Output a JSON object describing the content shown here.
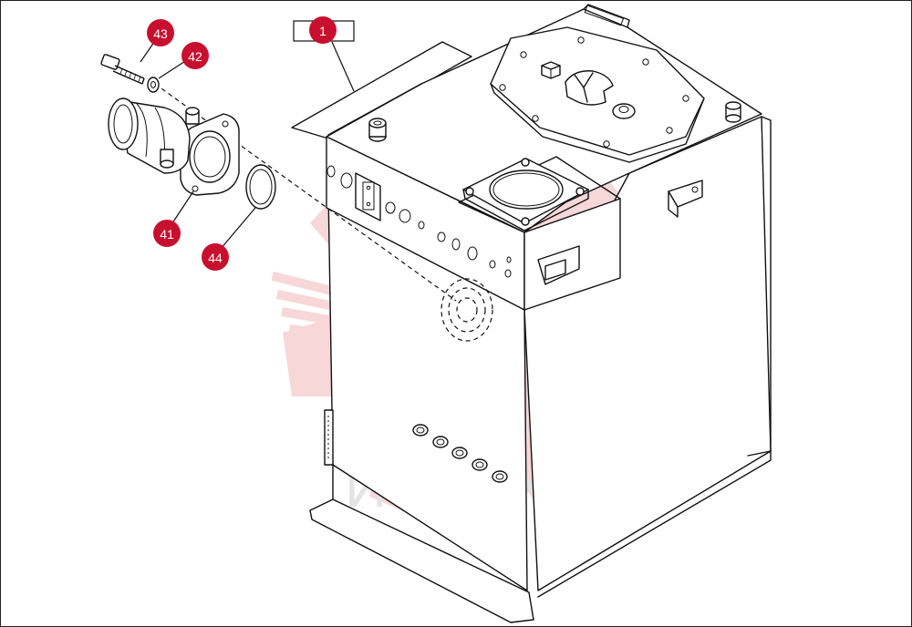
{
  "watermark": {
    "text": "ИНТЕХ",
    "gear_color": "#f2b7b7",
    "text_color": "#cfcfcf"
  },
  "colors": {
    "callout": "#c8102e",
    "line": "#111111"
  },
  "callouts": {
    "c1": "1",
    "c41": "41",
    "c42": "42",
    "c43": "43",
    "c44": "44"
  }
}
